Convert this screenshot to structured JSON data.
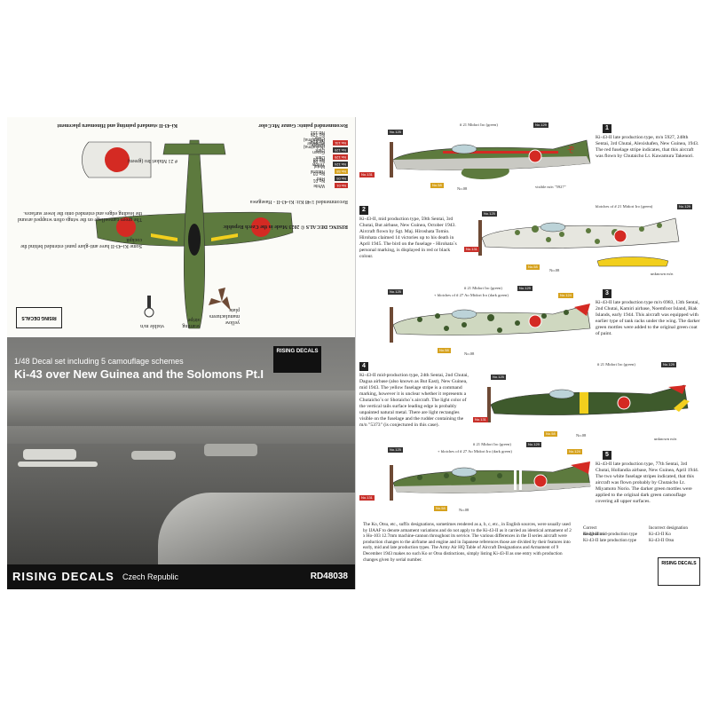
{
  "left": {
    "top_captions": {
      "placement_title": "Ki-43-II standard painting and Hinomaru placement",
      "recommended_paints": "Recommended paints: Gunze Mr.Color",
      "paints": [
        {
          "code": "No.01",
          "name": "White No.01"
        },
        {
          "code": "No.05",
          "name": "Red No.03"
        },
        {
          "code": "No.58",
          "name": "Natural Metal No.08"
        },
        {
          "code": "No.124",
          "name": "Yellow No.58"
        },
        {
          "code": "No.125",
          "name": "Dark Green (Nakajima) No.124"
        },
        {
          "code": "No.129",
          "name": "Dark Green (Nakajima) No.125"
        },
        {
          "code": "No.131",
          "name": "Propeller Color No.131"
        }
      ],
      "camouflage_note": "The green camouflage on the wings often wrapped around the leading edges and extended onto the lower surfaces.",
      "canopy_note": "Some Ki-43-II have anti-glare panel extended behind the cockpit",
      "midori_label": "# 21 Midori Iro (green)",
      "yellow_label": "yellow manufacturers plate",
      "warning_label": "warning stripe",
      "visible_label": "visible m/n",
      "copyright": "RISING DECALS © 2023 Made in the Czech Republic",
      "recommended_kit": "Recommended 1/48 Kit: Ki-43-II - Hasegawa"
    },
    "photo": {
      "subtitle": "1/48 Decal set including 5 camouflage schemes",
      "title": "Ki-43 over New Guinea and the Solomons Pt.I",
      "logo": "RISING DECALS"
    },
    "bar": {
      "brand": "RISING DECALS",
      "country": "Czech Republic",
      "code": "RD48038"
    }
  },
  "right": {
    "entries": [
      {
        "num": "1",
        "text": "Ki-43-II late production type, m/n 5927, 248th Sentai, 3rd Chutai, Alexishafen, New Guinea, 1943. The red fuselage stripe indicates, that this aircraft was flown by Chutaicho Lt. Kawamura Takenori.",
        "labels": {
          "midori": "# 21 Midori Iro (green)",
          "visible": "visible m/n \"5927\""
        },
        "tags": [
          "No.125",
          "No.129",
          "No.131",
          "No.58",
          "No.08"
        ]
      },
      {
        "num": "2",
        "text": "Ki-43-II, mid production type, 59th Sentai, 3rd Chutai, But airbase, New Guinea, October 1943. Aircraft flown by Sgt. Maj. Hiroshata Tomio. Hirohata claimed 14 victories up to his death in April 1945. The bird on the fuselage - Hirohata´s personal marking, is displayed in red or black colour.",
        "labels": {
          "midori": "blotches of # 21 Midori Iro (green)",
          "unknown": "unknown m/n"
        },
        "tags": [
          "No.125",
          "No.129",
          "No.131",
          "No.58",
          "No.08"
        ]
      },
      {
        "num": "3",
        "text": "Ki-43-II late production type m/n 6983, 13th Sentai, 2nd Chutai, Kamiri airbase, Noemfoor Island, Biak Islands, early 1944. This aircraft was equipped with earlier type of tank racks under the wing. The darker green mottles were added to the original green coat of paint.",
        "labels": {
          "midori": "# 21 Midori Iro (green)",
          "ao": "+ blotches of # 27 Ao Midori Iro (dark green)"
        },
        "tags": [
          "No.125",
          "No.129",
          "No.124",
          "No.58",
          "No.08"
        ]
      },
      {
        "num": "4",
        "text": "Ki-43-II mid-production type, 24th Sentai, 2nd Chutai, Dagua airbase (also known as But East), New Guinea, mid 1943. The yellow fuselage stripe is a command marking, however it is unclear whether it represents a Chutaicho´s or Shotaicho´s aircraft. The light color of the vertical tails surface leading edge is probably unpainted natural metal. There are light rectangles visible on the fuselage and the rudder containing the m/n \"5373\" (is conjectured in this case).",
        "labels": {
          "midori": "# 21 Midori Iro (green)",
          "unknown": "unknown m/n"
        },
        "tags": [
          "No.125",
          "No.129",
          "No.131",
          "No.58",
          "No.08"
        ]
      },
      {
        "num": "5",
        "text": "Ki-43-II late production type, 77th Sentai, 3rd Chutai, Hollandia airbase, New Guinea, April 1944. The two white fuselage stripes indicated, that this aircraft was flown probably by Chutaicho Lt. Miyamoto Norio. The darker green mottles were applied to the original dark green camouflage covering all upper surfaces.",
        "labels": {
          "midori": "# 21 Midori Iro (green)",
          "ao": "+ blotches of # 27 Ao Midori Iro (dark green)"
        },
        "tags": [
          "No.125",
          "No.129",
          "No.124",
          "No.131",
          "No.58",
          "No.08"
        ]
      }
    ],
    "bottom_note": "The Ko, Otsu, etc., suffix designations, sometimes rendered as a, b, c, etc., in English sources, were usually used by IJAAF to denote armament variations and do not apply to the Ki-43-II as it carried an identical armament of 2 x Ho-103 12.7mm machine-cannon throughout its service. The various differences in the II series aircraft were production changes to the airframe and engine and in Japanese references those are divided by their features into early, mid and late production types. The Army Air HQ Table of Aircraft Designations and Armament of 9 December 1943 makes no such Ko or Otsu distinctions, simply listing Ki-43-II as one entry with production changes given by serial number.",
    "designations": {
      "correct_header": "Correct designation",
      "incorrect_header": "Incorrect designation",
      "rows": [
        {
          "correct": "Ki-43-II mid-production type",
          "incorrect": "Ki-43-II Ko"
        },
        {
          "correct": "Ki-43-II late production type",
          "incorrect": "Ki-43-II Otsu"
        }
      ]
    },
    "logo": "RISING DECALS"
  },
  "colors": {
    "green": "#5d7a3e",
    "dark_green": "#3e5a2c",
    "hinomaru": "#d42a23",
    "yellow": "#f2cf1d",
    "tag_red": "#c8302a",
    "tag_dark": "#333333",
    "tag_yellow": "#d6a21e"
  }
}
